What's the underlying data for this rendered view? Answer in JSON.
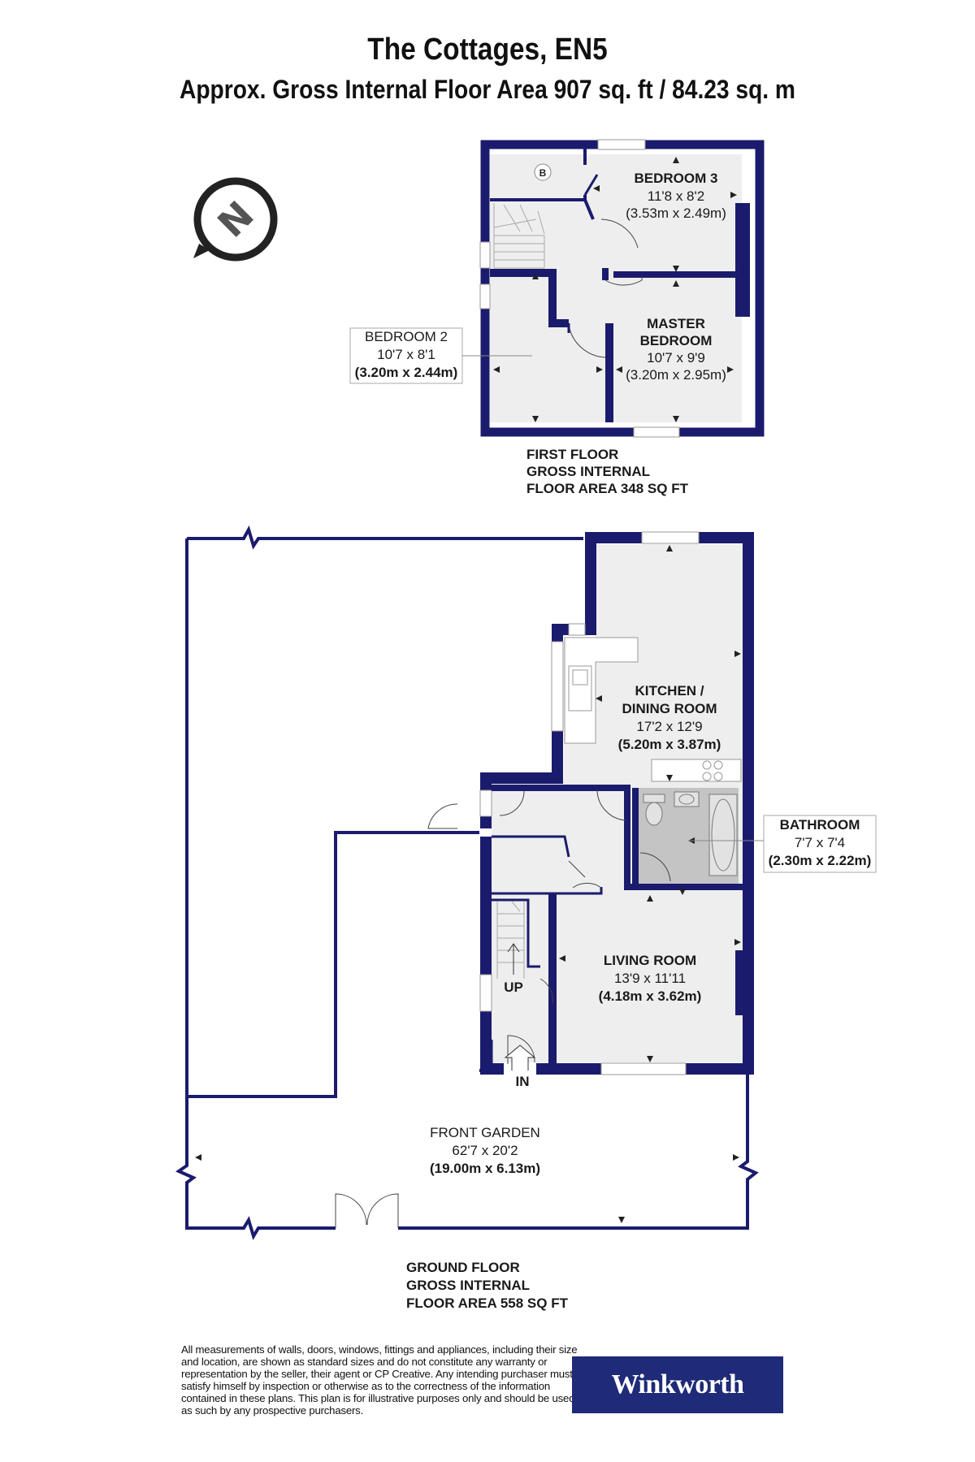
{
  "header": {
    "title": "The Cottages, EN5",
    "subtitle": "Approx. Gross Internal Floor Area 907 sq. ft / 84.23 sq. m"
  },
  "compass": {
    "label": "N",
    "icon": "north-arrow-icon"
  },
  "first_floor": {
    "heading": [
      "FIRST FLOOR",
      "GROSS INTERNAL",
      "FLOOR AREA 348 SQ FT"
    ],
    "boiler_label": "B",
    "bedroom3": {
      "name": "BEDROOM 3",
      "size_imperial": "11'8 x 8'2",
      "size_metric": "(3.53m x 2.49m)"
    },
    "master": {
      "name_line1": "MASTER",
      "name_line2": "BEDROOM",
      "size_imperial": "10'7 x 9'9",
      "size_metric": "(3.20m x 2.95m)"
    },
    "bedroom2": {
      "name": "BEDROOM 2",
      "size_imperial": "10'7 x 8'1",
      "size_metric": "(3.20m x 2.44m)"
    }
  },
  "ground_floor": {
    "heading": [
      "GROUND FLOOR",
      "GROSS INTERNAL",
      "FLOOR AREA 558 SQ FT"
    ],
    "kitchen": {
      "name_line1": "KITCHEN /",
      "name_line2": "DINING ROOM",
      "size_imperial": "17'2 x 12'9",
      "size_metric": "(5.20m x 3.87m)"
    },
    "bathroom": {
      "name": "BATHROOM",
      "size_imperial": "7'7 x 7'4",
      "size_metric": "(2.30m x 2.22m)"
    },
    "living": {
      "name": "LIVING ROOM",
      "size_imperial": "13'9 x 11'11",
      "size_metric": "(4.18m x 3.62m)"
    },
    "garden": {
      "name": "FRONT GARDEN",
      "size_imperial": "62'7 x 20'2",
      "size_metric": "(19.00m x 6.13m)"
    },
    "stairs_label": "UP",
    "entrance_label": "IN"
  },
  "footer": {
    "disclaimer": "All measurements of walls, doors, windows, fittings and appliances, including their size and location, are shown as standard sizes and do not constitute any warranty or representation by the seller, their agent or CP Creative. Any intending purchaser must satisfy himself by inspection or otherwise as to the correctness of the information contained in these plans. This plan is for illustrative purposes only and should be used as such by any prospective purchasers.",
    "brand": "Winkworth"
  },
  "colors": {
    "wall": "#1b1b6e",
    "room_fill": "#eeeeee",
    "bathroom_fill": "#c4c4c4",
    "brand_bg": "#1f2a78",
    "garden_line": "#1b1b6e"
  }
}
